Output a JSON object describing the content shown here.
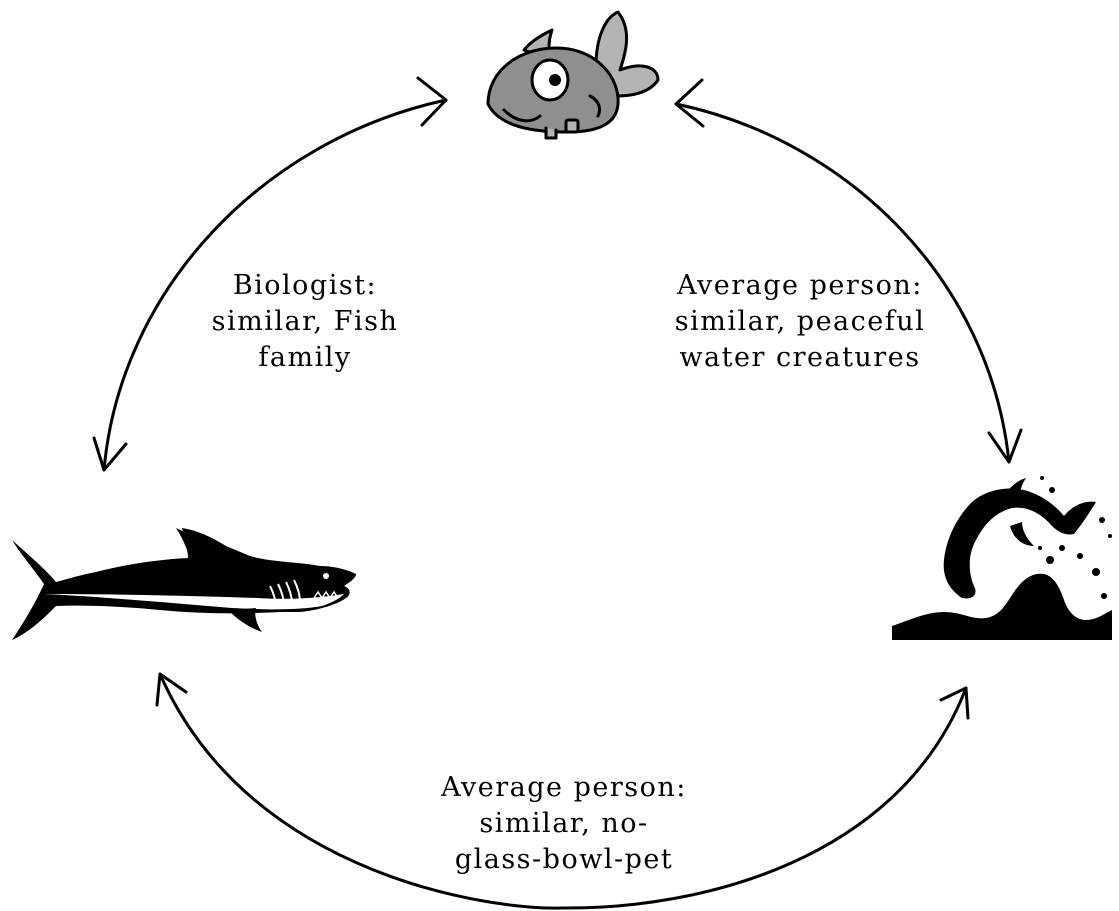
{
  "colors": {
    "stroke": "#000000",
    "fish_body": "#8f8f8f",
    "fish_fin": "#b4b4b4",
    "background": "#ffffff"
  },
  "nodes": [
    {
      "id": "fish",
      "icon": "cartoon-fish-icon"
    },
    {
      "id": "shark",
      "icon": "shark-icon"
    },
    {
      "id": "dolphin",
      "icon": "dolphin-icon"
    }
  ],
  "edges": [
    {
      "from": "fish",
      "to": "shark",
      "label_lines": [
        "Biologist:",
        "similar, Fish",
        "family"
      ]
    },
    {
      "from": "fish",
      "to": "dolphin",
      "label_lines": [
        "Average person:",
        "similar, peaceful",
        "water creatures"
      ]
    },
    {
      "from": "shark",
      "to": "dolphin",
      "label_lines": [
        "Average person:",
        "similar, no-",
        "glass-bowl-pet"
      ]
    }
  ]
}
